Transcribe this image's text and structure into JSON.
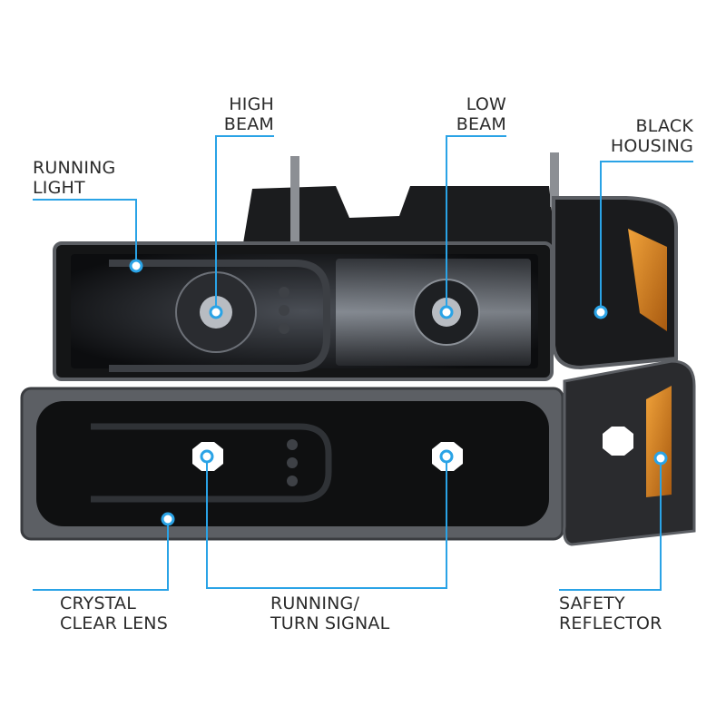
{
  "callouts": {
    "running_light": "RUNNING\nLIGHT",
    "high_beam": "HIGH\nBEAM",
    "low_beam": "LOW\nBEAM",
    "black_housing": "BLACK\nHOUSING",
    "crystal_clear_lens": "CRYSTAL\nCLEAR LENS",
    "running_turn_signal": "RUNNING/\nTURN SIGNAL",
    "safety_reflector": "SAFETY\nREFLECTOR"
  },
  "colors": {
    "callout_line": "#2aa3e6",
    "housing": "#111111",
    "amber": "#d9841f"
  }
}
